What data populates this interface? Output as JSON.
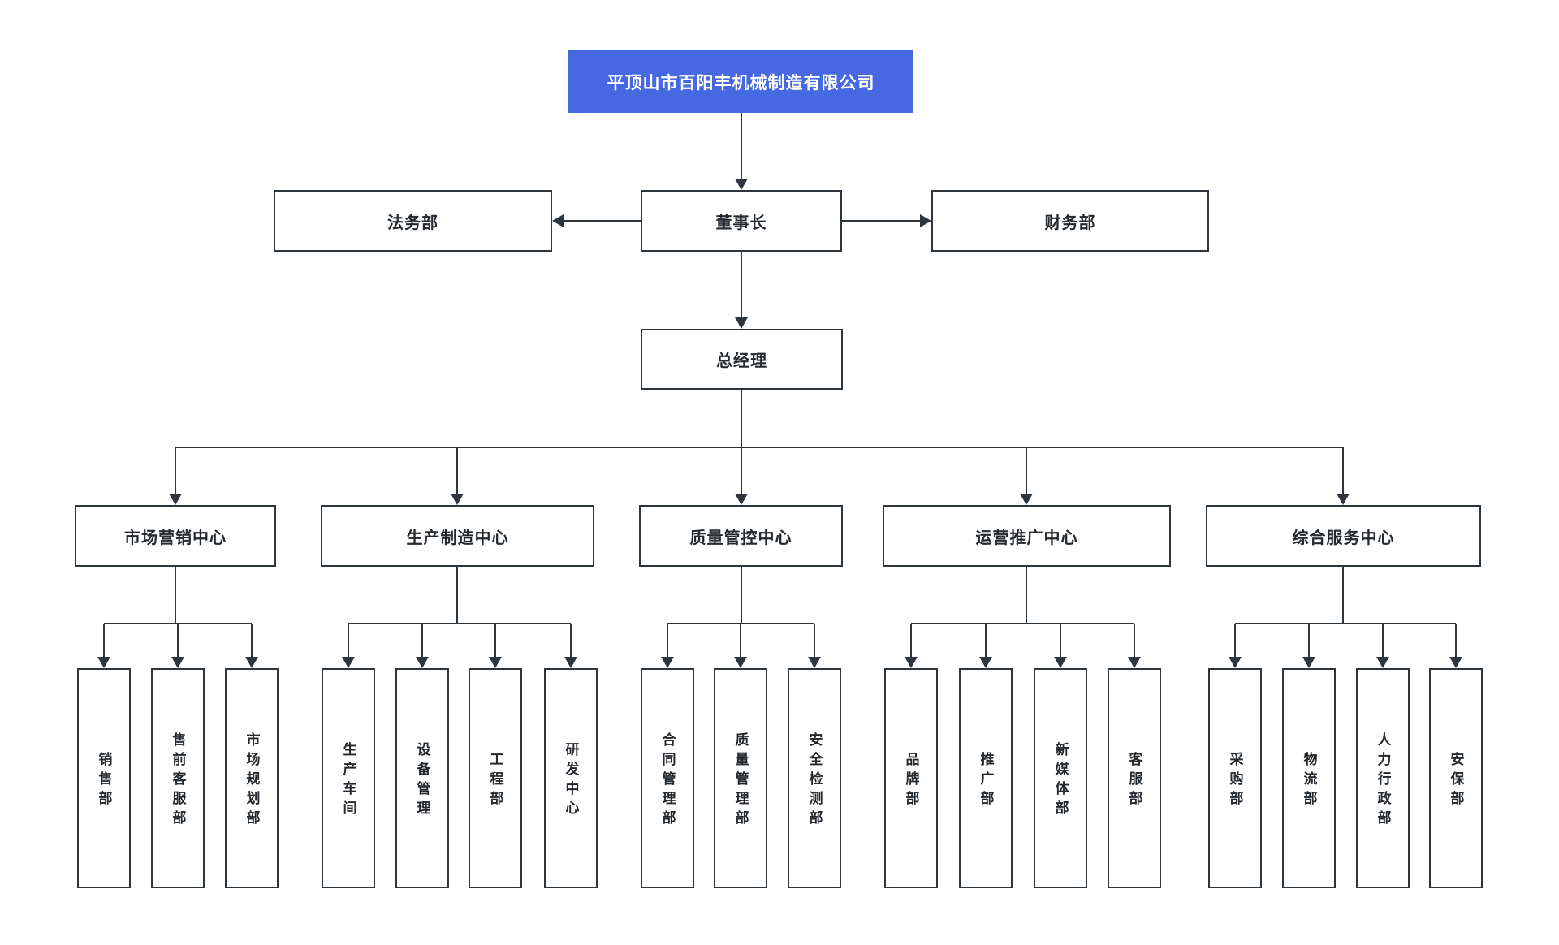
{
  "page": {
    "background_color": "#ffffff"
  },
  "org_chart": {
    "company": {
      "label": "平顶山市百阳丰机械制造有限公司",
      "accent_color": "#4668e1",
      "text_color": "#ffffff"
    },
    "board_row": {
      "legal": "法务部",
      "chairman": "董事长",
      "finance": "财务部"
    },
    "general_manager": "总经理",
    "centers": [
      {
        "label": "市场营销中心",
        "departments": [
          "销售部",
          "售前客服部",
          "市场规划部"
        ]
      },
      {
        "label": "生产制造中心",
        "departments": [
          "生产车间",
          "设备管理",
          "工程部",
          "研发中心"
        ]
      },
      {
        "label": "质量管控中心",
        "departments": [
          "合同管理部",
          "质量管理部",
          "安全检测部"
        ]
      },
      {
        "label": "运营推广中心",
        "departments": [
          "品牌部",
          "推广部",
          "新媒体部",
          "客服部"
        ]
      },
      {
        "label": "综合服务中心",
        "departments": [
          "采购部",
          "物流部",
          "人力行政部",
          "安保部"
        ]
      }
    ],
    "line_color": "#2f353d",
    "node_border_color": "#2f353d",
    "node_text_color": "#24292e"
  }
}
